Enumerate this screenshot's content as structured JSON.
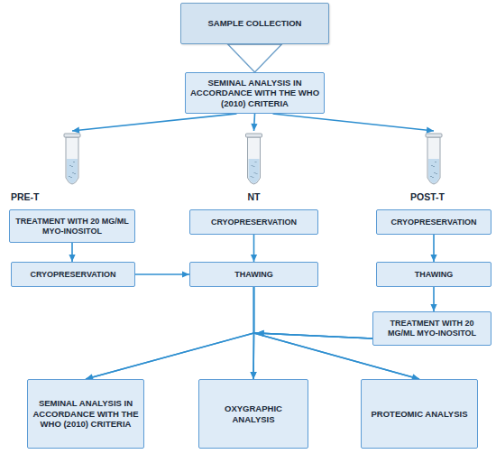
{
  "diagram": {
    "nodes": [
      {
        "text": [
          "SAMPLE COLLECTION"
        ]
      },
      {
        "text": [
          "SEMINAL ANALYSIS IN ACCORDANCE WITH THE WHO (2010) CRITERIA"
        ]
      },
      {
        "text": [
          "TREATMENT WITH 20 MG/ML MYO-INOSITOL"
        ]
      },
      {
        "text": [
          "CRYOPRESERVATION"
        ]
      },
      {
        "text": [
          "CRYOPRESERVATION"
        ]
      },
      {
        "text": [
          "CRYOPRESERVATION"
        ]
      },
      {
        "text": [
          "THAWING"
        ]
      },
      {
        "text": [
          "THAWING"
        ]
      },
      {
        "text": [
          "TREATMENT WITH 20 MG/ML MYO-INOSITOL"
        ]
      },
      {
        "text": [
          "SEMINAL ANALYSIS IN ACCORDANCE WITH THE WHO (2010) CRITERIA"
        ]
      },
      {
        "text": [
          "OXYGRAPHIC ANALYSIS"
        ]
      },
      {
        "text": [
          "PROTEOMIC ANALYSIS"
        ]
      }
    ],
    "edges": [
      {
        "from": 0,
        "to": 1,
        "arrow": "to"
      },
      {
        "from": 1,
        "to": 2,
        "arrow": "to"
      },
      {
        "from": 1,
        "to": 3,
        "arrow": "to"
      },
      {
        "from": 1,
        "to": 4,
        "arrow": "to"
      },
      {
        "from": 2,
        "to": 5,
        "arrow": "to"
      },
      {
        "from": 5,
        "to": 6,
        "arrow": "to"
      },
      {
        "from": 3,
        "to": 6,
        "arrow": "to"
      },
      {
        "from": 4,
        "to": 7,
        "arrow": "to"
      },
      {
        "from": 7,
        "to": 8,
        "arrow": "to"
      },
      {
        "from": 6,
        "to": 9,
        "arrow": "to"
      },
      {
        "from": 6,
        "to": 10,
        "arrow": "to"
      },
      {
        "from": 6,
        "to": 11,
        "arrow": "to"
      },
      {
        "from": 8,
        "to": 9,
        "arrow": "to"
      },
      {
        "from": 8,
        "to": 10,
        "arrow": "to"
      },
      {
        "from": 8,
        "to": 11,
        "arrow": "to"
      }
    ],
    "labels": [
      "PRE-T",
      "NT",
      "POST-T"
    ]
  }
}
